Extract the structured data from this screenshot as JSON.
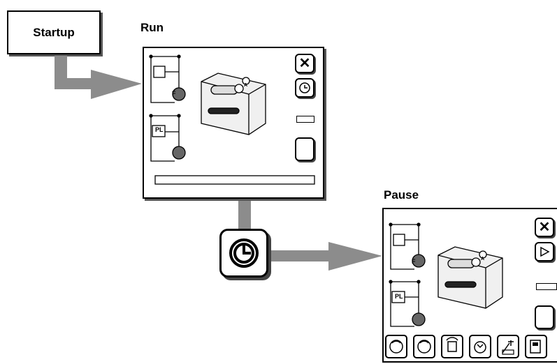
{
  "labels": {
    "startup": "Startup",
    "run": "Run",
    "pause": "Pause"
  },
  "run_screen": {
    "file_icons": [
      "F",
      "PL"
    ],
    "cassette_label": "A"
  },
  "pause_screen": {
    "file_icons": [
      "F",
      "PL"
    ],
    "cassette_label": "A",
    "toolbar_icon_count": 6
  },
  "colors": {
    "arrow": "#8c8c8c",
    "border": "#000000"
  },
  "icons": [
    "close-icon",
    "pause-icon",
    "play-icon",
    "refresh-icon"
  ]
}
